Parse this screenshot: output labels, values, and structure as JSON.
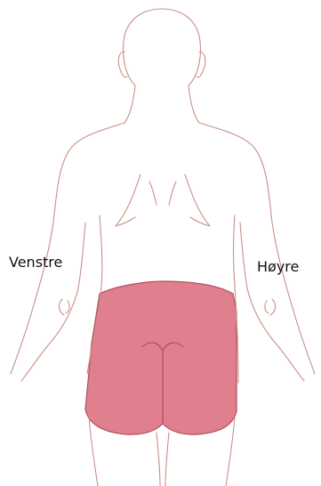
{
  "labels": {
    "left": "Venstre",
    "right": "Høyre"
  },
  "colors": {
    "outline": "#c98f86",
    "highlight_fill": "#e07f8e",
    "highlight_stroke": "#b34d5d",
    "background": "#ffffff"
  },
  "highlighted_region": "buttocks-and-lower-back"
}
